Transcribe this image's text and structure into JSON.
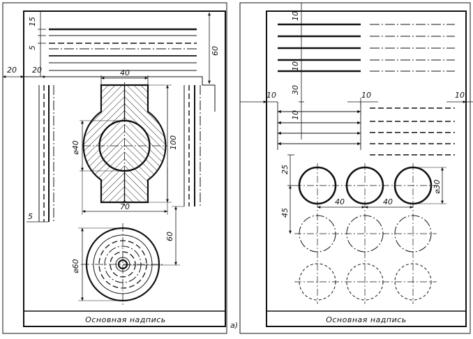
{
  "sheets": [
    {
      "title_block": "Основная надпись",
      "marker": "а)",
      "dims": {
        "left_20": "20",
        "inner_20": "20",
        "top_15": "15",
        "gap_5": "5",
        "height_60": "60",
        "width_40": "40",
        "dia_40": "⌀40",
        "height_100": "100",
        "width_70": "70",
        "bottom_5": "5",
        "gap_60": "60",
        "dia_60": "⌀60"
      }
    },
    {
      "title_block": "Основная надпись",
      "dims": {
        "top_10": "10",
        "mid_10": "10",
        "gap_30": "30",
        "left_10": "10",
        "center_10": "10",
        "right_10": "10",
        "row_10": "10",
        "offset_25": "25",
        "dia_30": "⌀30",
        "pitch_40a": "40",
        "pitch_40b": "40",
        "row_45": "45"
      }
    }
  ],
  "colors": {
    "ink": "#111111",
    "paper": "#ffffff",
    "hatch": "#222222"
  }
}
